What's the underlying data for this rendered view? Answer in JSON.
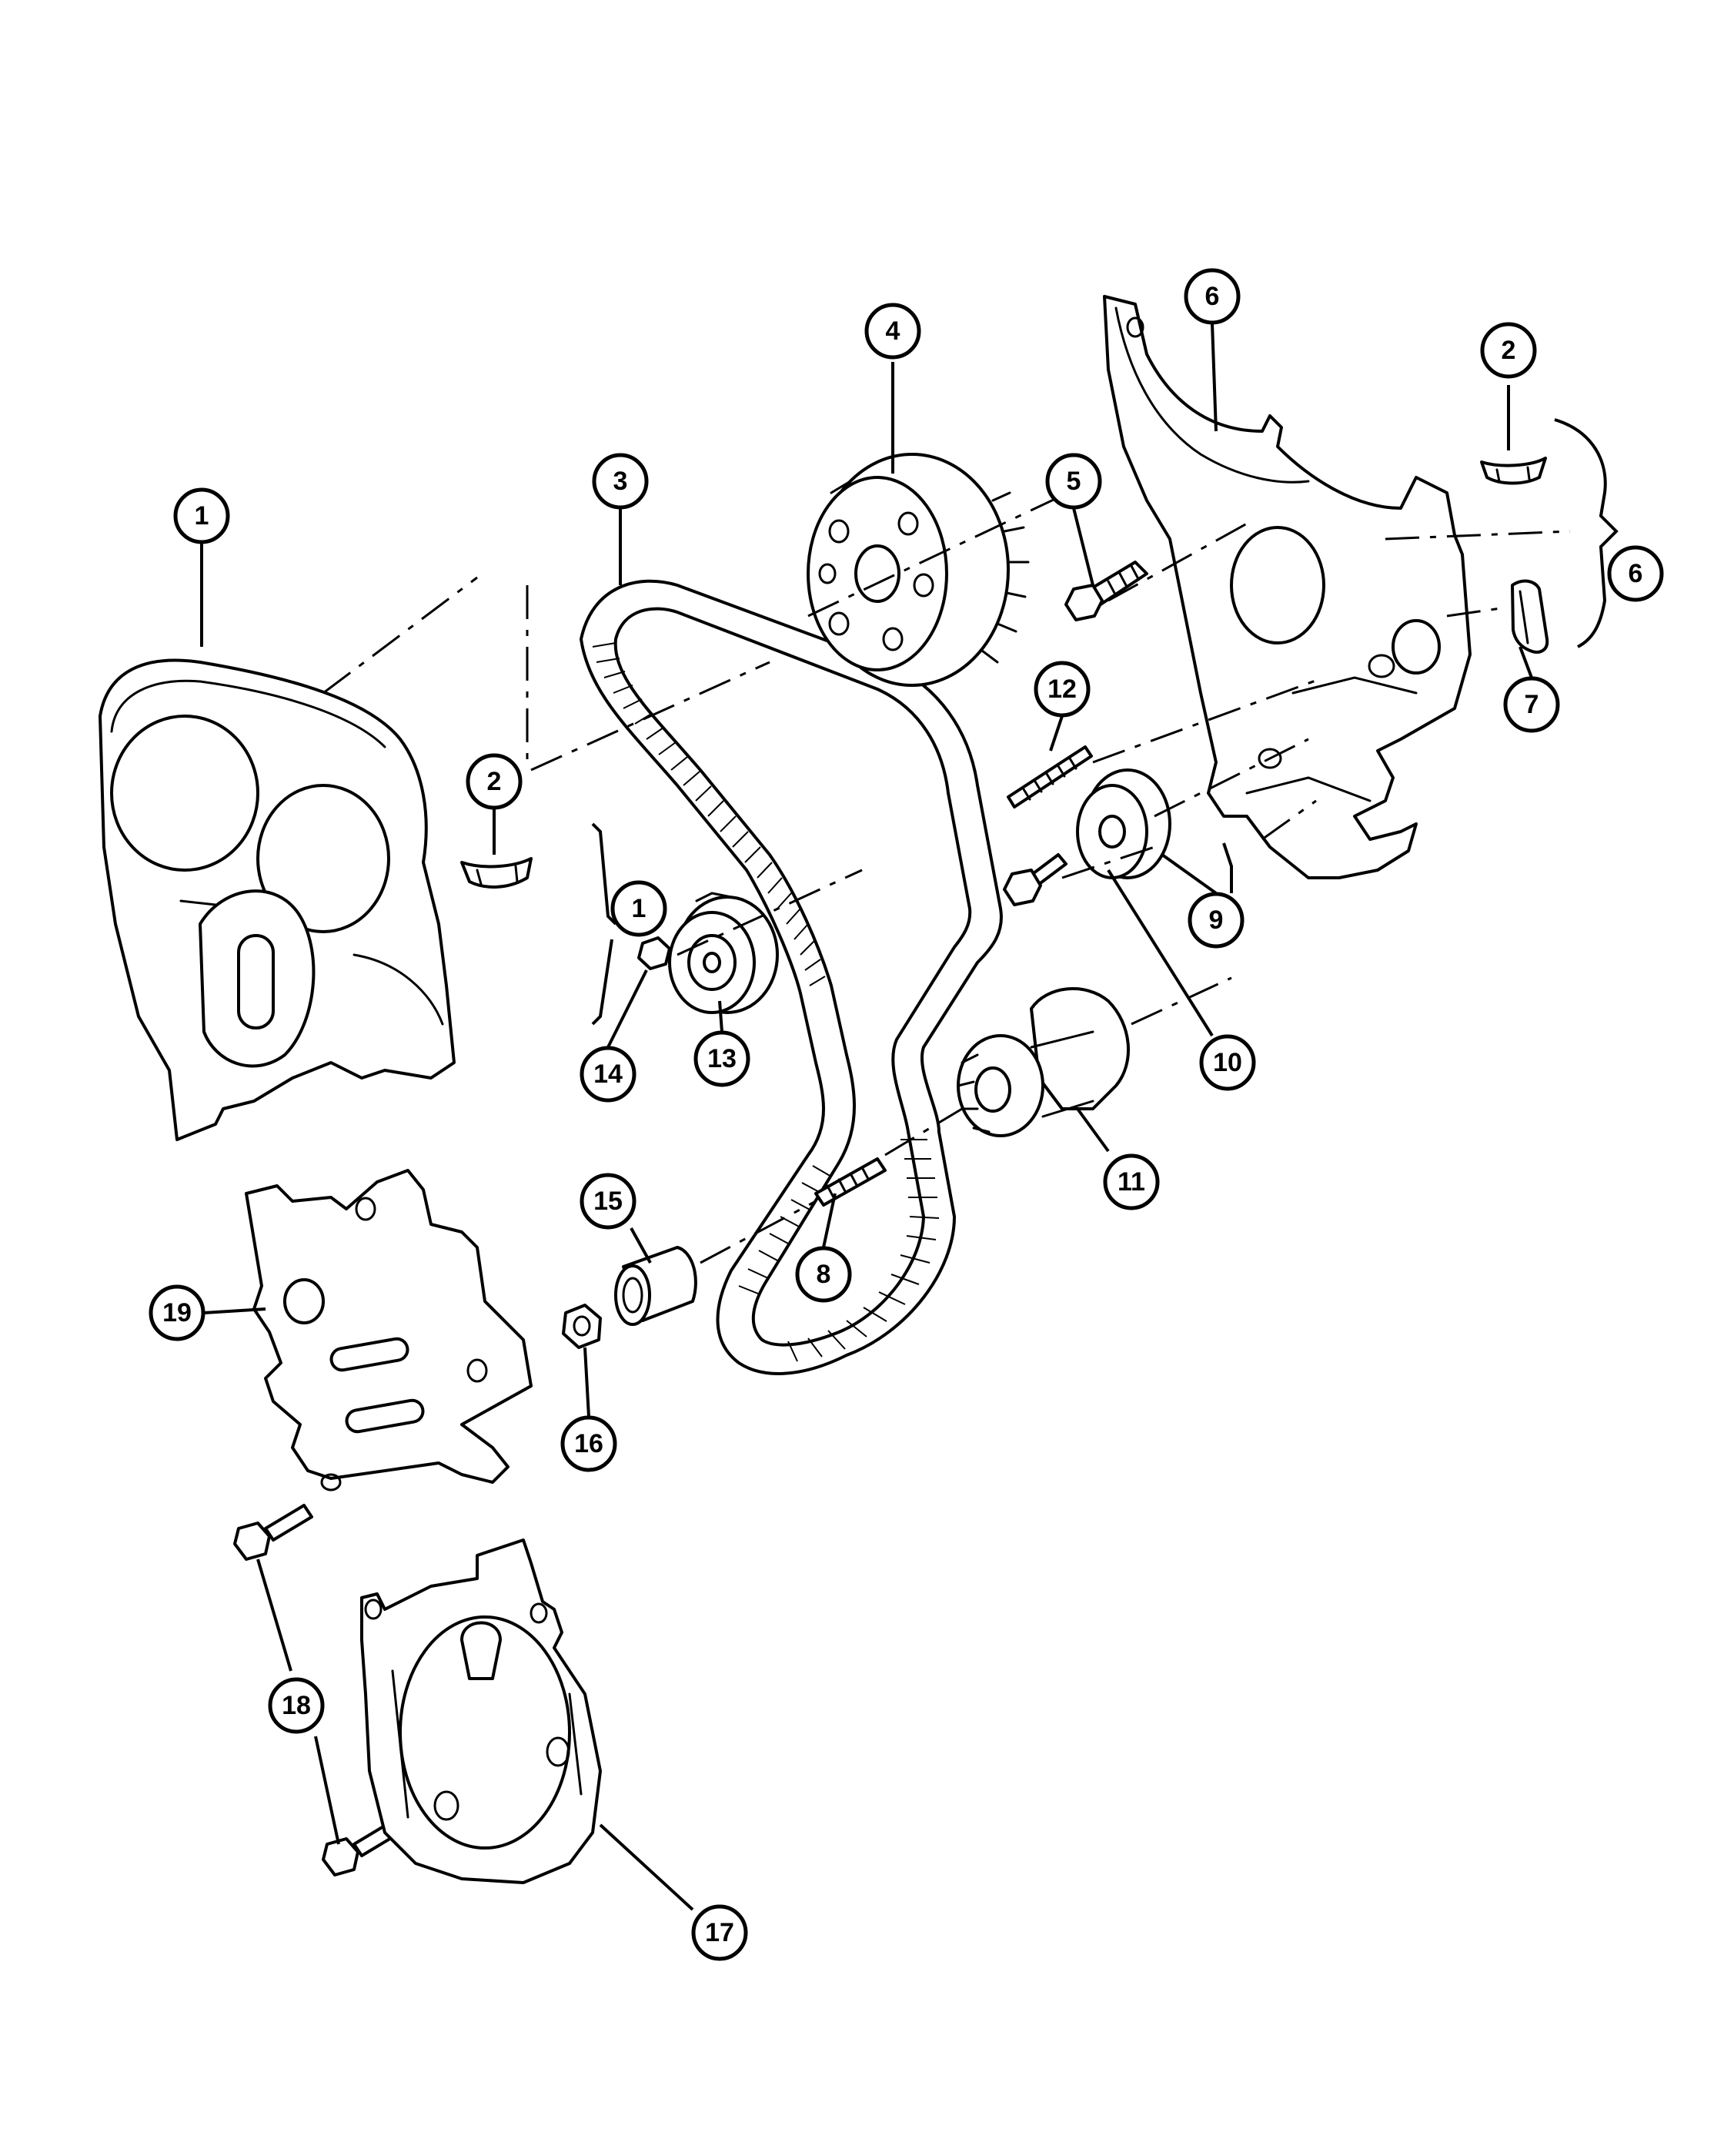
{
  "callouts": {
    "c1a": "1",
    "c1b": "1",
    "c2a": "2",
    "c2b": "2",
    "c3": "3",
    "c4": "4",
    "c5": "5",
    "c6a": "6",
    "c6b": "6",
    "c7": "7",
    "c8": "8",
    "c9": "9",
    "c10": "10",
    "c11": "11",
    "c12": "12",
    "c13": "13",
    "c14": "14",
    "c15": "15",
    "c16": "16",
    "c17": "17",
    "c18": "18",
    "c19": "19"
  }
}
